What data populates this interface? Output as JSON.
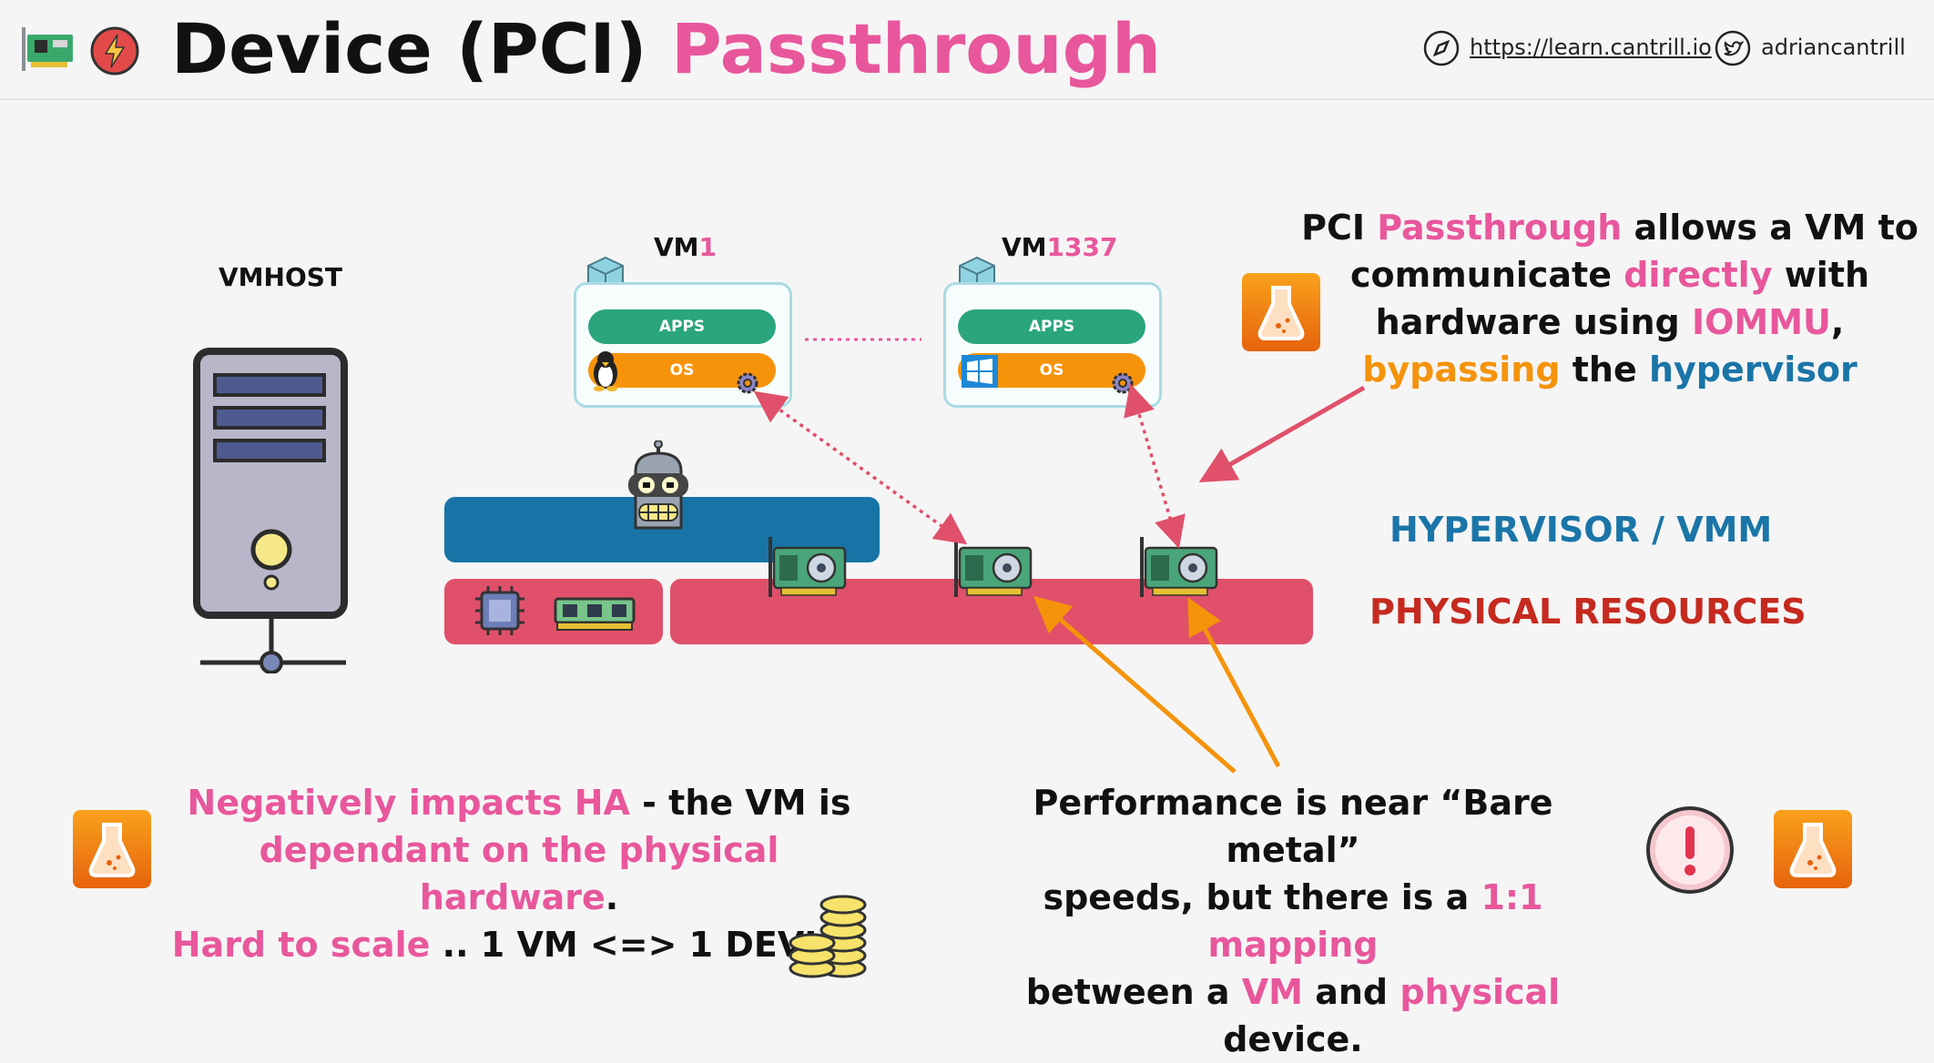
{
  "header": {
    "title_main": "Device (PCI) ",
    "title_accent": "Passthrough",
    "site_url": "https://learn.cantrill.io",
    "twitter_handle": "adriancantrill"
  },
  "diagram": {
    "vmhost_label": "VMHOST",
    "vm1": {
      "name_prefix": "VM",
      "name_suffix": "1",
      "apps_label": "APPS",
      "os_label": "OS"
    },
    "vm2": {
      "name_prefix": "VM",
      "name_suffix": "1337",
      "apps_label": "APPS",
      "os_label": "OS"
    },
    "hypervisor_label": "HYPERVISOR / VMM",
    "physical_label": "PHYSICAL RESOURCES"
  },
  "callout_top": {
    "t1": "PCI ",
    "t2": "Passthrough",
    "t3": " allows a VM to",
    "t4": "communicate ",
    "t5": "directly",
    "t6": " with",
    "t7": "hardware using ",
    "t8": "IOMMU",
    "t9": ",",
    "t10": "bypassing",
    "t11": " the ",
    "t12": "hypervisor"
  },
  "callout_left": {
    "t1": "Negatively impacts HA",
    "t2": " - the VM is",
    "t3": "dependant on the physical hardware",
    "t4": ".",
    "t5": "Hard to scale",
    "t6": " .. 1 VM <=> 1 DEVICE"
  },
  "callout_right": {
    "t1": "Performance is near “Bare metal”",
    "t2": "speeds, but there is a ",
    "t3": "1:1 mapping",
    "t4": "between a ",
    "t5": "VM",
    "t6": " and ",
    "t7": "physical",
    "t8": " device."
  },
  "colors": {
    "pink": "#e8579c",
    "orange": "#f5930b",
    "blue": "#1a75a8",
    "red": "#c62a1f",
    "hypervisor_layer": "#1874a6",
    "physical_layer": "#e0506a",
    "apps_pill": "#2aa57d",
    "os_pill": "#f7930b"
  },
  "icons": [
    "network-card-icon",
    "lightning-icon",
    "compass-icon",
    "twitter-icon",
    "server-icon",
    "cube-icon",
    "linux-penguin-icon",
    "windows-icon",
    "gear-icon",
    "robot-icon",
    "cpu-icon",
    "ram-icon",
    "gpu-card-icon",
    "lab-flask-icon",
    "warning-icon",
    "coins-icon"
  ]
}
